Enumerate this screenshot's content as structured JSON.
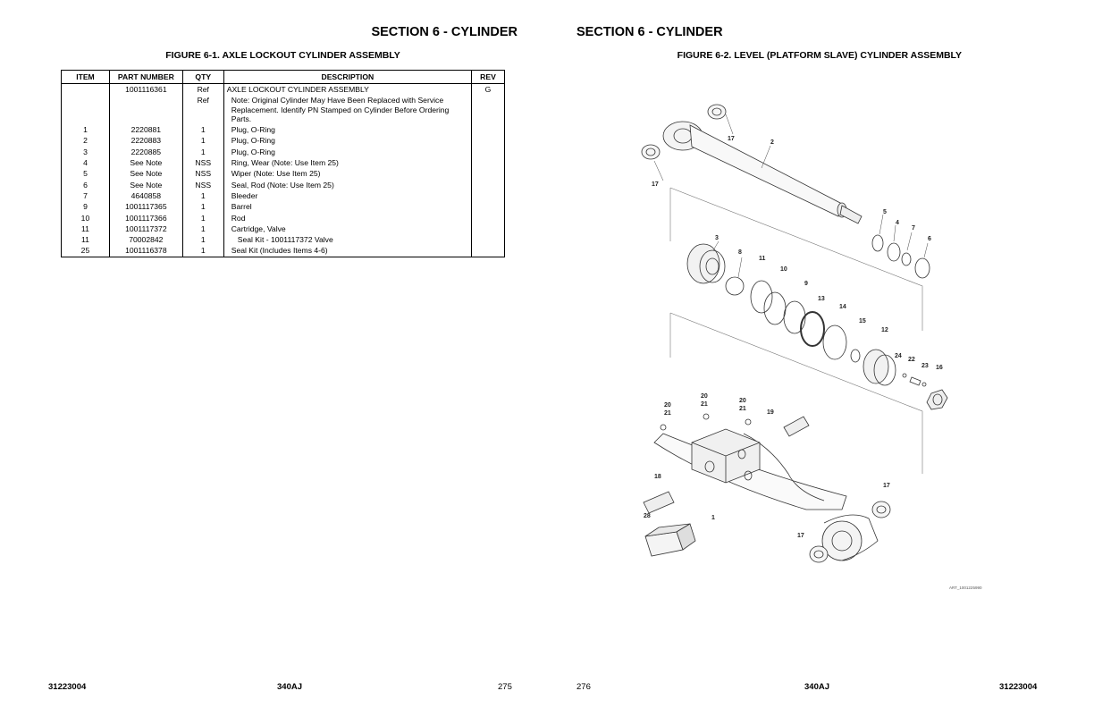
{
  "left": {
    "section_title": "SECTION 6 - CYLINDER",
    "figure_title": "FIGURE 6-1. AXLE LOCKOUT CYLINDER ASSEMBLY",
    "table": {
      "headers": {
        "item": "ITEM",
        "part_number": "PART NUMBER",
        "qty": "QTY",
        "description": "DESCRIPTION",
        "rev": "REV"
      },
      "rows": [
        {
          "item": "",
          "part_number": "1001116361",
          "qty": "Ref",
          "description": "AXLE LOCKOUT CYLINDER ASSEMBLY",
          "rev": "G"
        },
        {
          "item": "",
          "part_number": "",
          "qty": "Ref",
          "description": "Note: Original Cylinder May Have Been Replaced with Service Replacement. Identify PN Stamped on Cylinder Before Ordering Parts.",
          "rev": ""
        },
        {
          "item": "1",
          "part_number": "2220881",
          "qty": "1",
          "description": "Plug, O-Ring",
          "rev": ""
        },
        {
          "item": "2",
          "part_number": "2220883",
          "qty": "1",
          "description": "Plug, O-Ring",
          "rev": ""
        },
        {
          "item": "3",
          "part_number": "2220885",
          "qty": "1",
          "description": "Plug, O-Ring",
          "rev": ""
        },
        {
          "item": "4",
          "part_number": "See Note",
          "qty": "NSS",
          "description": "Ring, Wear (Note: Use Item 25)",
          "rev": ""
        },
        {
          "item": "5",
          "part_number": "See Note",
          "qty": "NSS",
          "description": "Wiper (Note: Use Item 25)",
          "rev": ""
        },
        {
          "item": "6",
          "part_number": "See Note",
          "qty": "NSS",
          "description": "Seal, Rod (Note: Use Item 25)",
          "rev": ""
        },
        {
          "item": "7",
          "part_number": "4640858",
          "qty": "1",
          "description": "Bleeder",
          "rev": ""
        },
        {
          "item": "9",
          "part_number": "1001117365",
          "qty": "1",
          "description": "Barrel",
          "rev": ""
        },
        {
          "item": "10",
          "part_number": "1001117366",
          "qty": "1",
          "description": "Rod",
          "rev": ""
        },
        {
          "item": "11",
          "part_number": "1001117372",
          "qty": "1",
          "description": "Cartridge, Valve",
          "rev": ""
        },
        {
          "item": "11",
          "part_number": "70002842",
          "qty": "1",
          "description": "Seal Kit - 1001117372 Valve",
          "rev": ""
        },
        {
          "item": "25",
          "part_number": "1001116378",
          "qty": "1",
          "description": "Seal Kit (Includes Items 4-6)",
          "rev": ""
        }
      ]
    },
    "footer": {
      "doc_number": "31223004",
      "model": "340AJ",
      "page": "275"
    }
  },
  "right": {
    "section_title": "SECTION 6 - CYLINDER",
    "figure_title": "FIGURE 6-2. LEVEL (PLATFORM SLAVE) CYLINDER ASSEMBLY",
    "callouts": {
      "c17a": "17",
      "c2": "2",
      "c17b": "17",
      "c5": "5",
      "c4": "4",
      "c7": "7",
      "c6": "6",
      "c3": "3",
      "c8": "8",
      "c11": "11",
      "c10": "10",
      "c9": "9",
      "c13": "13",
      "c14": "14",
      "c15": "15",
      "c12": "12",
      "c24": "24",
      "c22": "22",
      "c23": "23",
      "c16": "16",
      "c20a": "20",
      "c21a": "21",
      "c20b": "20",
      "c21b": "21",
      "c20c": "20",
      "c21c": "21",
      "c19": "19",
      "c18": "18",
      "c17c": "17",
      "c1": "1",
      "c28": "28",
      "c17d": "17"
    },
    "art_number": "ART_1001225990",
    "footer": {
      "page": "276",
      "model": "340AJ",
      "doc_number": "31223004"
    }
  }
}
